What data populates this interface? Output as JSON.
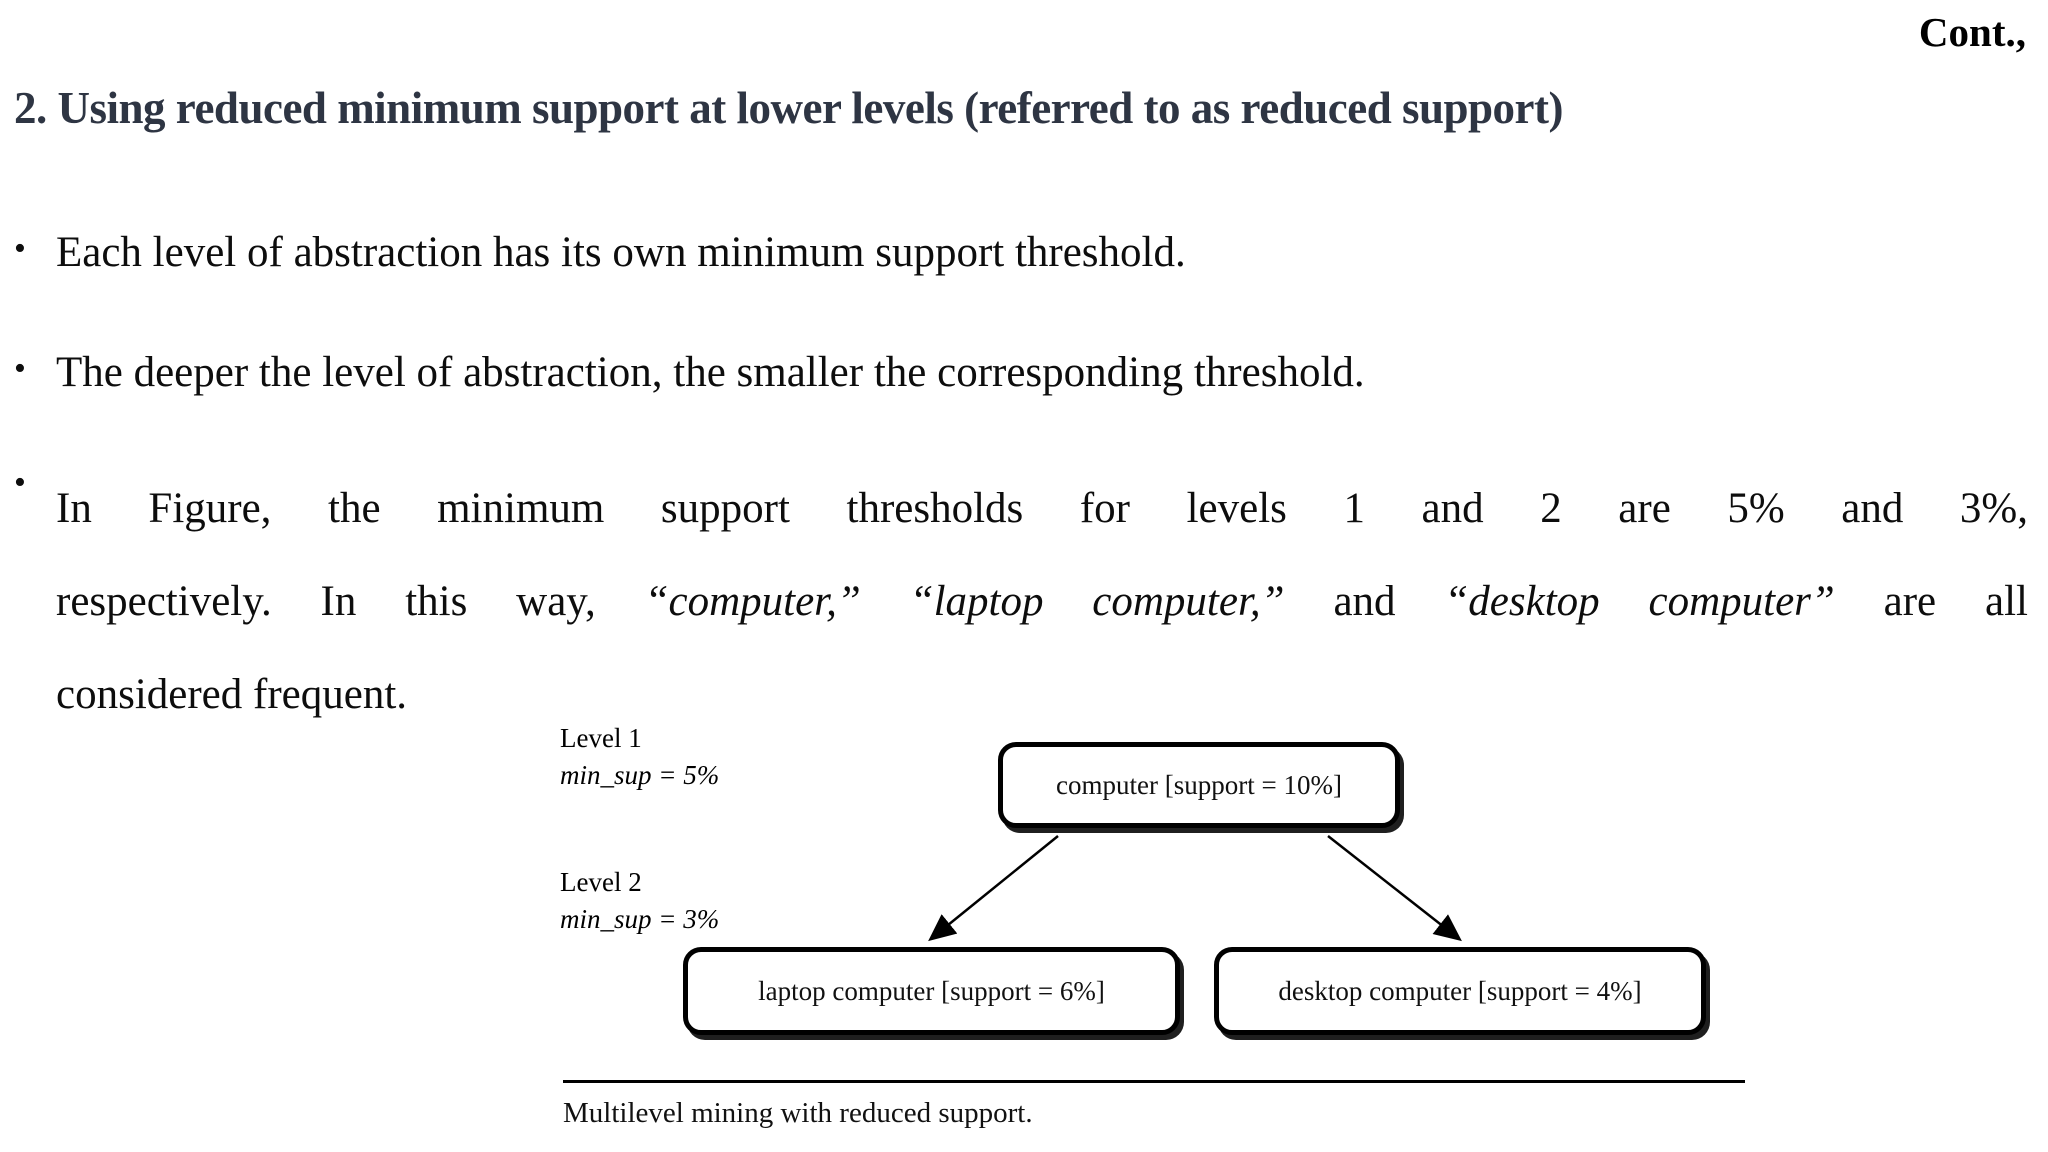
{
  "slide": {
    "cont_label": "Cont.,",
    "title": "2. Using reduced minimum support at lower levels (referred to as reduced support)",
    "bullet_marker": "•",
    "bullets": {
      "b1": "Each level of abstraction has its own minimum support threshold.",
      "b2": "The deeper the level of abstraction, the smaller the corresponding threshold.",
      "b3": {
        "line1": "In Figure, the minimum support thresholds for levels 1 and 2 are 5% and 3%,",
        "line2_roman1": "respectively. In this way, ",
        "line2_italic1": "“computer,” “laptop computer,”",
        "line2_roman2": " and ",
        "line2_italic2": "“desktop computer”",
        "line2_roman3": " are all",
        "line3": "considered frequent."
      }
    }
  },
  "figure": {
    "levels": [
      {
        "label": "Level 1",
        "minsup": "min_sup = 5%"
      },
      {
        "label": "Level 2",
        "minsup": "min_sup = 3%"
      }
    ],
    "nodes": {
      "root": "computer [support = 10%]",
      "left": "laptop computer [support = 6%]",
      "right": "desktop computer [support = 4%]"
    },
    "caption": "Multilevel mining with reduced support."
  },
  "colors": {
    "title": "#2e3543",
    "body": "#0d0d0d",
    "node_border": "#000000",
    "background": "#ffffff"
  }
}
